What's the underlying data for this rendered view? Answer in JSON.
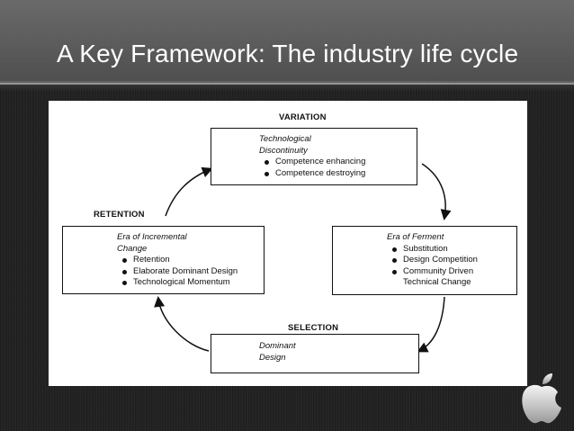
{
  "slide": {
    "title": "A Key Framework: The industry life cycle"
  },
  "diagram": {
    "labels": {
      "variation": "VARIATION",
      "retention": "RETENTION",
      "selection": "SELECTION"
    },
    "boxes": {
      "top": {
        "heading": [
          "Technological",
          "Discontinuity"
        ],
        "bullets": [
          "Competence enhancing",
          "Competence destroying"
        ]
      },
      "left": {
        "heading": [
          "Era of Incremental",
          "Change"
        ],
        "bullets": [
          "Retention",
          "Elaborate Dominant Design",
          "Technological Momentum"
        ]
      },
      "right": {
        "heading": [
          "Era of Ferment"
        ],
        "bullets": [
          "Substitution",
          "Design Competition",
          "Community Driven"
        ],
        "continuation": "Technical Change"
      },
      "bottom": {
        "heading": [
          "Dominant",
          "Design"
        ]
      }
    }
  },
  "icons": {
    "logo": "apple-logo-icon"
  }
}
